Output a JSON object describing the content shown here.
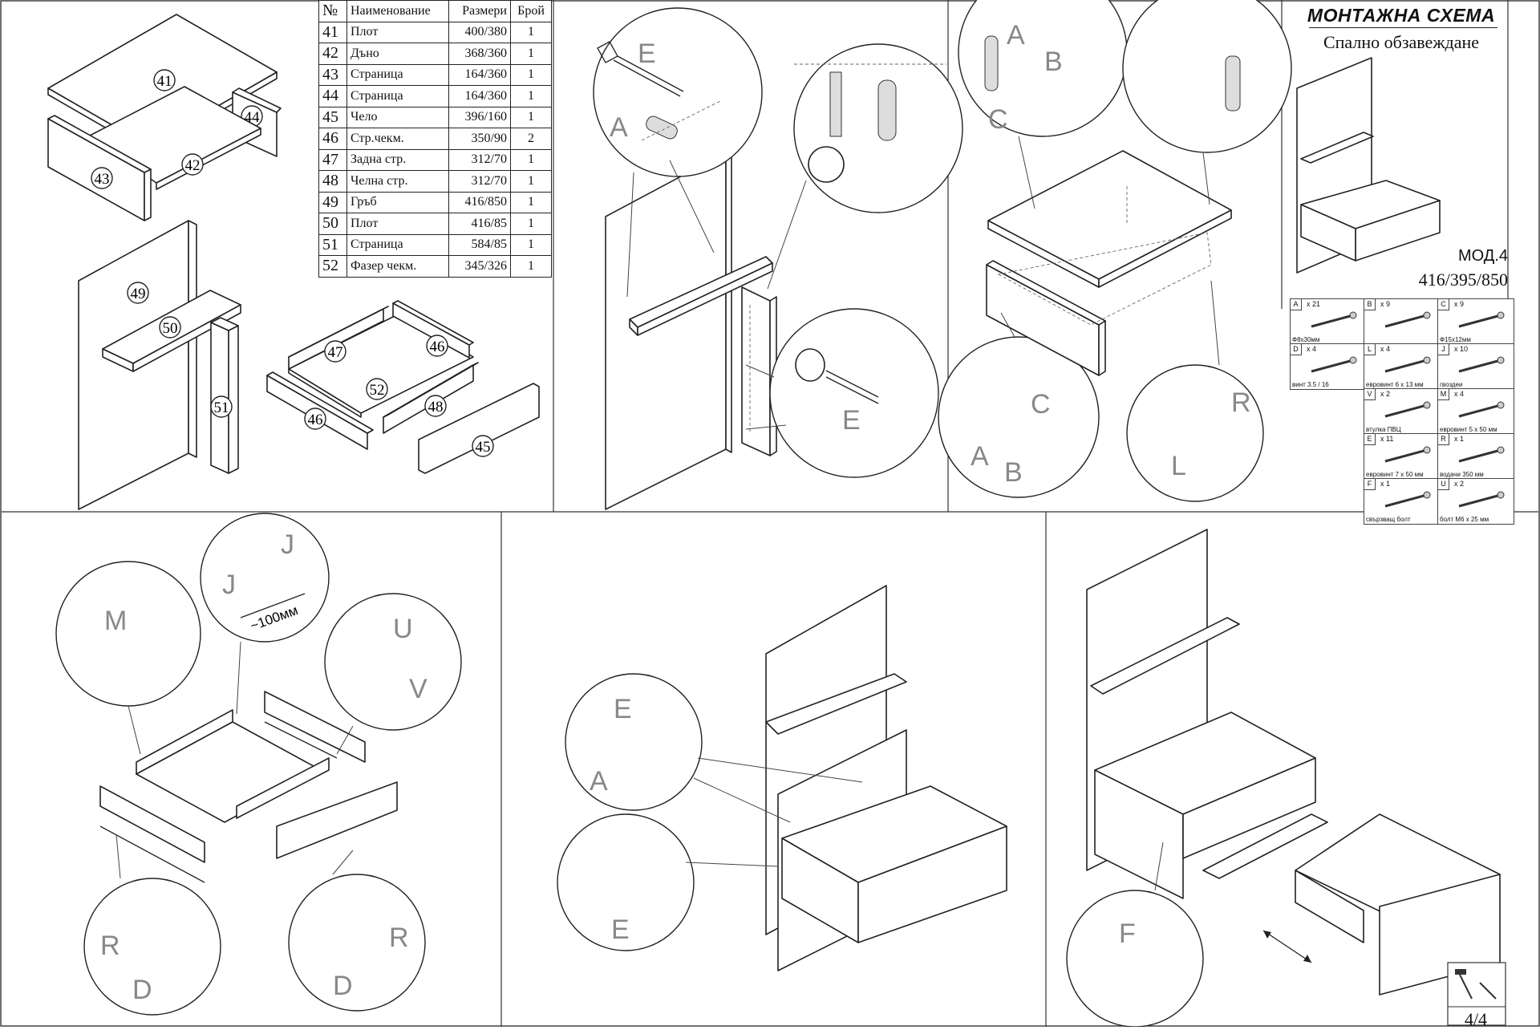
{
  "parts_table": {
    "headers": [
      "№",
      "Наименование",
      "Размери",
      "Брой"
    ],
    "rows": [
      {
        "num": "41",
        "name": "Плот",
        "size": "400/380",
        "qty": "1"
      },
      {
        "num": "42",
        "name": "Дъно",
        "size": "368/360",
        "qty": "1"
      },
      {
        "num": "43",
        "name": "Страница",
        "size": "164/360",
        "qty": "1"
      },
      {
        "num": "44",
        "name": "Страница",
        "size": "164/360",
        "qty": "1"
      },
      {
        "num": "45",
        "name": "Чело",
        "size": "396/160",
        "qty": "1"
      },
      {
        "num": "46",
        "name": "Стр.чекм.",
        "size": "350/90",
        "qty": "2"
      },
      {
        "num": "47",
        "name": "Задна стр.",
        "size": "312/70",
        "qty": "1"
      },
      {
        "num": "48",
        "name": "Челна стр.",
        "size": "312/70",
        "qty": "1"
      },
      {
        "num": "49",
        "name": "Гръб",
        "size": "416/850",
        "qty": "1"
      },
      {
        "num": "50",
        "name": "Плот",
        "size": "416/85",
        "qty": "1"
      },
      {
        "num": "51",
        "name": "Страница",
        "size": "584/85",
        "qty": "1"
      },
      {
        "num": "52",
        "name": "Фазер чекм.",
        "size": "345/326",
        "qty": "1"
      }
    ]
  },
  "title_block": {
    "title": "МОНТАЖНА СХЕМА",
    "subtitle": "Спално обзавеждане",
    "model": "МОД.4",
    "dimensions": "416/395/850"
  },
  "hardware": [
    {
      "code": "A",
      "qty": "x 21",
      "desc": "Ф8x30мм",
      "icon": "dowel-icon"
    },
    {
      "code": "B",
      "qty": "x 9",
      "desc": "",
      "icon": "cam-bolt-icon"
    },
    {
      "code": "C",
      "qty": "x 9",
      "desc": "Ф15x12мм",
      "icon": "cam-lock-icon"
    },
    {
      "code": "D",
      "qty": "x 4",
      "desc": "винт 3.5 / 16",
      "icon": "screw-icon"
    },
    {
      "code": "L",
      "qty": "x 4",
      "desc": "евровинт 6 x 13 мм",
      "icon": "euro-screw-icon"
    },
    {
      "code": "J",
      "qty": "x 10",
      "desc": "гвоздеи",
      "icon": "nail-icon"
    },
    {
      "code": "V",
      "qty": "x 2",
      "desc": "втулка ПВЦ",
      "icon": "sleeve-icon"
    },
    {
      "code": "M",
      "qty": "x 4",
      "desc": "евровинт 5 x 50 мм",
      "icon": "long-screw-icon"
    },
    {
      "code": "E",
      "qty": "x 11",
      "desc": "евровинт 7 x 50 мм",
      "icon": "euro-screw-long-icon"
    },
    {
      "code": "R",
      "qty": "x 1",
      "desc": "водачи 350 мм",
      "icon": "drawer-runner-icon"
    },
    {
      "code": "F",
      "qty": "x 1",
      "desc": "свързващ болт",
      "icon": "connecting-bolt-icon"
    },
    {
      "code": "U",
      "qty": "x 2",
      "desc": "болт М6 x 25 мм",
      "icon": "bolt-icon"
    }
  ],
  "panel_labels": {
    "top_left_parts": [
      "41",
      "42",
      "43",
      "44",
      "45",
      "46",
      "47",
      "48",
      "49",
      "50",
      "51",
      "52"
    ],
    "detail_letters": [
      "A",
      "B",
      "C",
      "D",
      "E",
      "F",
      "J",
      "L",
      "M",
      "R",
      "U",
      "V"
    ],
    "spacing_note": "~100мм"
  },
  "page_number": "4/4",
  "colors": {
    "line": "#222222",
    "hidden_line": "#666666",
    "letter": "#888888",
    "background": "#ffffff"
  }
}
